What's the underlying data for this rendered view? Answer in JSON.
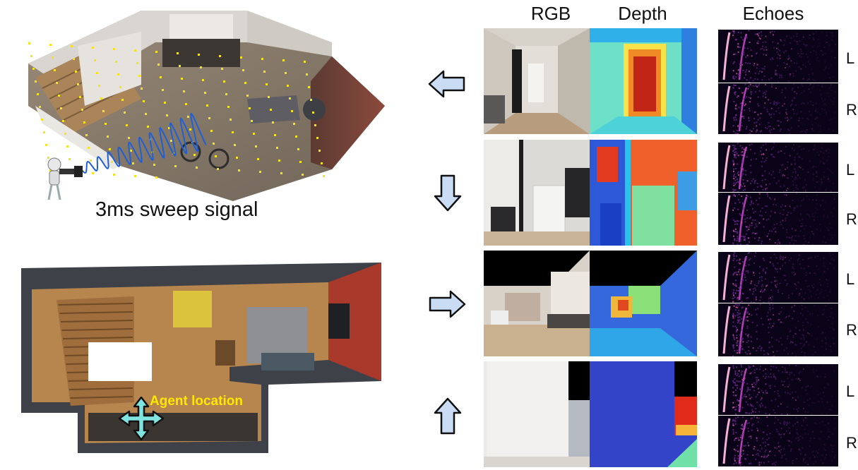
{
  "figure": {
    "signal_label": "3ms sweep signal",
    "agent_label": "Agent location",
    "columns": [
      "RGB",
      "Depth",
      "Echoes"
    ],
    "channels": [
      "L",
      "R"
    ],
    "rows": [
      {
        "direction": "left-arrow-icon"
      },
      {
        "direction": "down-arrow-icon"
      },
      {
        "direction": "right-arrow-icon"
      },
      {
        "direction": "up-arrow-icon"
      }
    ]
  },
  "colors": {
    "arrow_fill": "#c9dcf4",
    "arrow_stroke": "#111111",
    "sample_dot": "#f6e31a",
    "sweep_wave": "#1f5fd6",
    "agent_cross": "#7fe3e0",
    "agent_label": "#ffe800",
    "echo_bg": "#0b0418"
  }
}
